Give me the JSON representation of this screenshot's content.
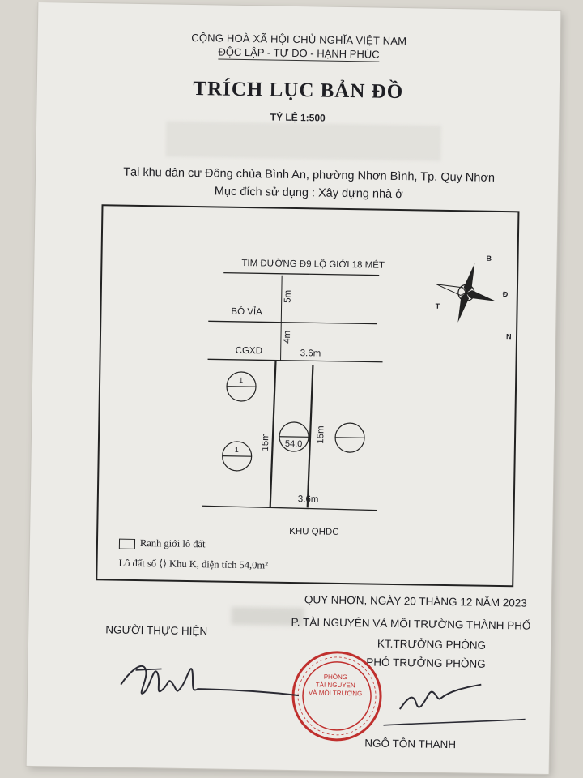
{
  "header": {
    "nation": "CỘNG HOÀ XÃ HỘI CHỦ NGHĨA VIỆT NAM",
    "motto": "ĐỘC LẬP - TỰ DO - HẠNH PHÚC",
    "title": "TRÍCH LỤC BẢN ĐỒ",
    "scale": "TỶ LỆ 1:500"
  },
  "info": {
    "location": "Tại khu dân cư Đông chùa Bình An, phường Nhơn Bình, Tp. Quy Nhơn",
    "purpose": "Mục đích sử dụng : Xây dựng nhà ở"
  },
  "map": {
    "road_label": "TIM ĐƯỜNG Đ9 LỘ GIỚI 18 MÉT",
    "curb_label": "BÓ VỈA",
    "build_line_label": "CGXD",
    "dim_5m": "5m",
    "dim_4m": "4m",
    "width_top": "3.6m",
    "width_bottom": "3.6m",
    "depth_left": "15m",
    "depth_right": "15m",
    "lot_area": "54,0",
    "neighbor_top_left": "1",
    "neighbor_bottom_left": "1",
    "zone_label": "KHU QHDC",
    "compass": {
      "north": "B",
      "east": "Đ",
      "south": "N",
      "west": "T"
    },
    "legend_text": "Ranh giới lô đất",
    "lot_description": "Lô đất số ⟨⟩ Khu K, diện tích 54,0m²"
  },
  "footer": {
    "date": "QUY NHƠN, NGÀY 20 THÁNG 12 NĂM 2023",
    "performer": "NGƯỜI THỰC HIỆN",
    "department": "P. TÀI NGUYÊN VÀ MÔI TRƯỜNG THÀNH PHỐ",
    "kt": "KT.TRƯỞNG PHÒNG",
    "deputy": "PHÓ TRƯỞNG PHÒNG",
    "signer": "NGÔ TÔN THANH"
  },
  "stamp": {
    "line1": "PHÒNG",
    "line2": "TÀI NGUYÊN",
    "line3": "VÀ MÔI TRƯỜNG"
  },
  "colors": {
    "paper": "#ecebe7",
    "ink": "#1f1f24",
    "stamp": "#c0302e",
    "signature": "#2a2a33"
  }
}
